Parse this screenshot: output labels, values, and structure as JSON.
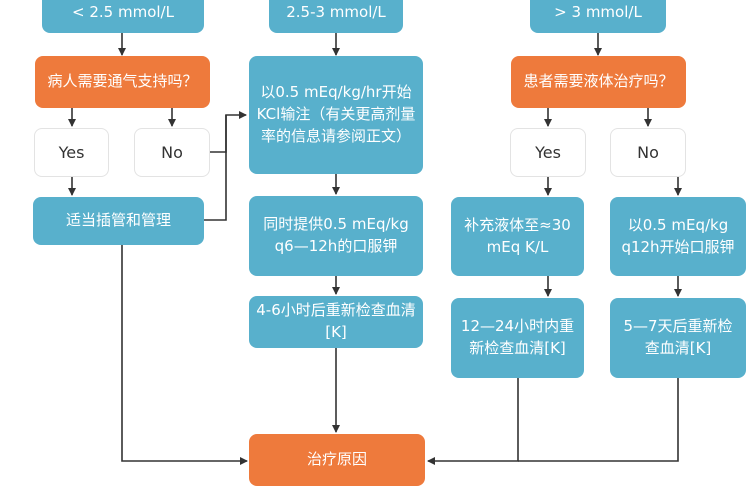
{
  "nodes": {
    "low_k": "< 2.5 mmol/L",
    "mid_k": "2.5-3 mmol/L",
    "high_k": "> 3 mmol/L",
    "q_ventilation": "病人需要通气支持吗？",
    "q_fluid": "患者需要液体治疗吗？",
    "iv_kcl": "以0.5 mEq/kg/hr开始KCl输注（有关更高剂量率的信息请参阅正文）",
    "yes_left": "Yes",
    "no_left": "No",
    "yes_right": "Yes",
    "no_right": "No",
    "intubation": "适当插管和管理",
    "oral_k_q6": "同时提供0.5 mEq/kg q6—12h的口服钾",
    "fluid_supp": "补充液体至≈30 mEq K/L",
    "oral_k_q12": "以0.5 mEq/kg q12h开始口服钾",
    "recheck_4_6h": "4-6小时后重新检查血清[K]",
    "recheck_12_24h": "12—24小时内重新检查血清[K]",
    "recheck_5_7d": "5—7天后重新检查血清[K]",
    "treat_cause": "治疗原因"
  },
  "colors": {
    "blue": "#58b0cc",
    "orange": "#ee7a3c",
    "arrow": "#333333"
  }
}
